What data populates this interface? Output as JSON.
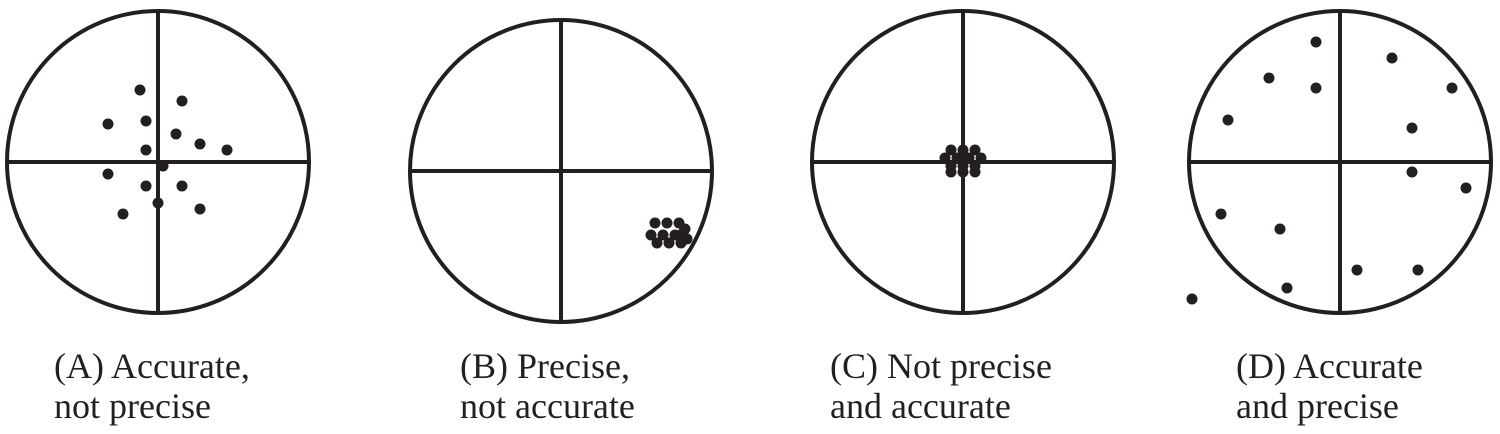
{
  "colors": {
    "ink": "#231f20",
    "background": "#ffffff"
  },
  "panels": [
    {
      "label_line1": "(A) Accurate,",
      "label_line2": "not precise"
    },
    {
      "label_line1": "(B) Precise,",
      "label_line2": "not accurate"
    },
    {
      "label_line1": "(C) Not precise",
      "label_line2": "and accurate"
    },
    {
      "label_line1": "(D) Accurate",
      "label_line2": "and precise"
    }
  ]
}
